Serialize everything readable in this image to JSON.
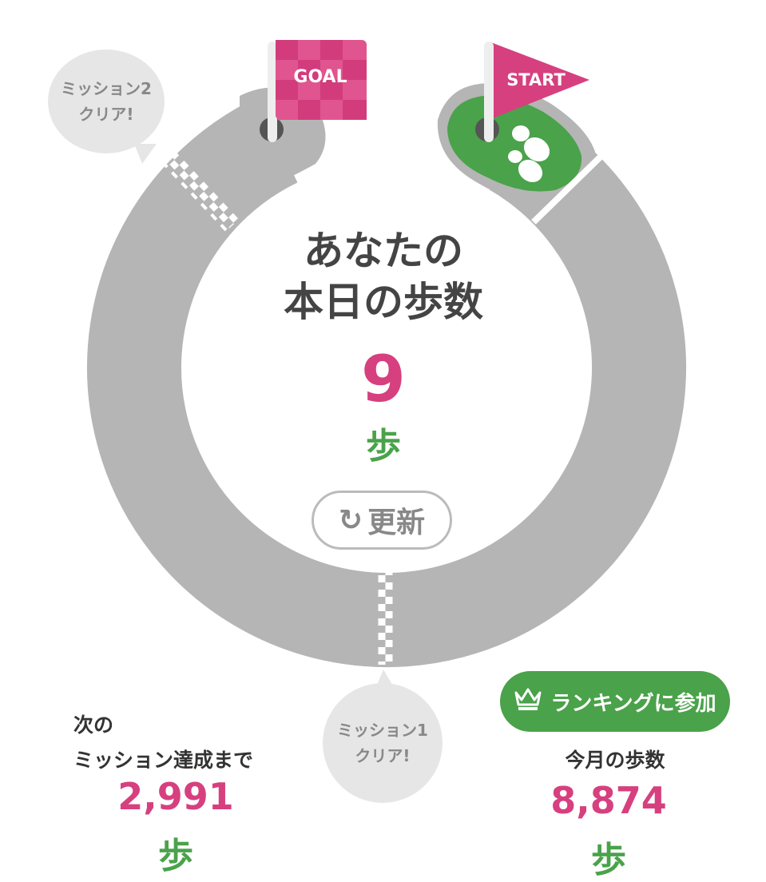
{
  "course": {
    "goal_flag_label": "GOAL",
    "start_flag_label": "START",
    "mission2_bubble": [
      "ミッション2",
      "クリア!"
    ],
    "mission1_bubble": [
      "ミッション1",
      "クリア!"
    ],
    "colors": {
      "track": "#b5b5b5",
      "accent_pink": "#d6407f",
      "green": "#4aa24a"
    }
  },
  "today": {
    "title_line1": "あなたの",
    "title_line2": "本日の歩数",
    "steps": "9",
    "unit": "歩"
  },
  "refresh_button": {
    "label": "更新",
    "icon": "refresh-icon"
  },
  "next_mission": {
    "label_line1": "次の",
    "label_line2": "ミッション達成まで",
    "steps": "2,991",
    "unit": "歩"
  },
  "ranking_button": {
    "label": "ランキングに参加",
    "icon": "crown-icon"
  },
  "monthly": {
    "label": "今月の歩数",
    "steps": "8,874",
    "unit": "歩"
  }
}
